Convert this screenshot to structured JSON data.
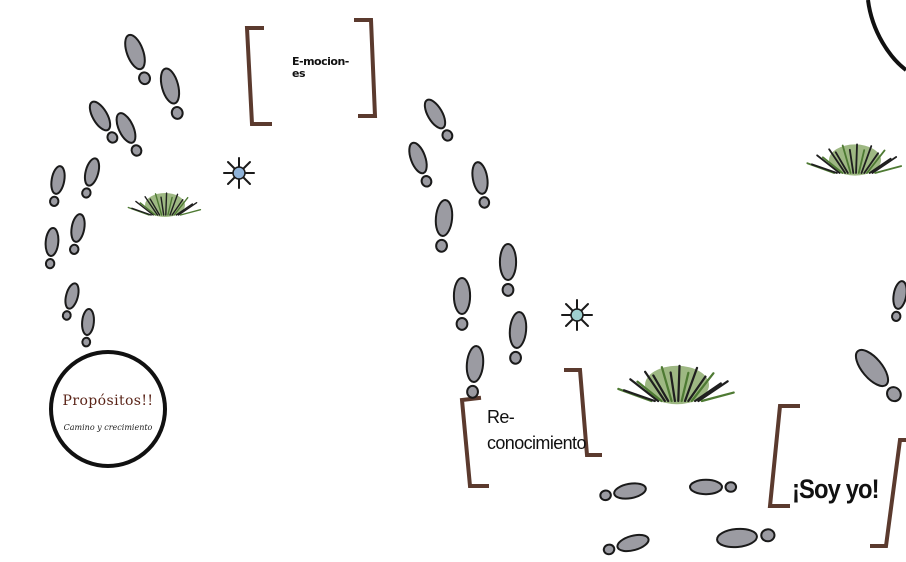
{
  "labels": {
    "emociones": "E-mocion-es",
    "reconocimiento": "Re-conocimiento",
    "soy_yo": "¡Soy yo!",
    "propositos_title": "Propósitos!!",
    "propositos_subtitle": "Camino y crecimiento"
  },
  "colors": {
    "footprint_fill": "#9b9ba2",
    "footprint_stroke": "#1a1a1a",
    "bracket": "#5b3a2e",
    "grass_green": "#7da05a",
    "grass_dark": "#1f1f1f",
    "circle_stroke": "#111111"
  },
  "icons": [
    "footprint-icon",
    "grass-tuft-icon",
    "sparkle-star-icon",
    "bracket-icon"
  ]
}
